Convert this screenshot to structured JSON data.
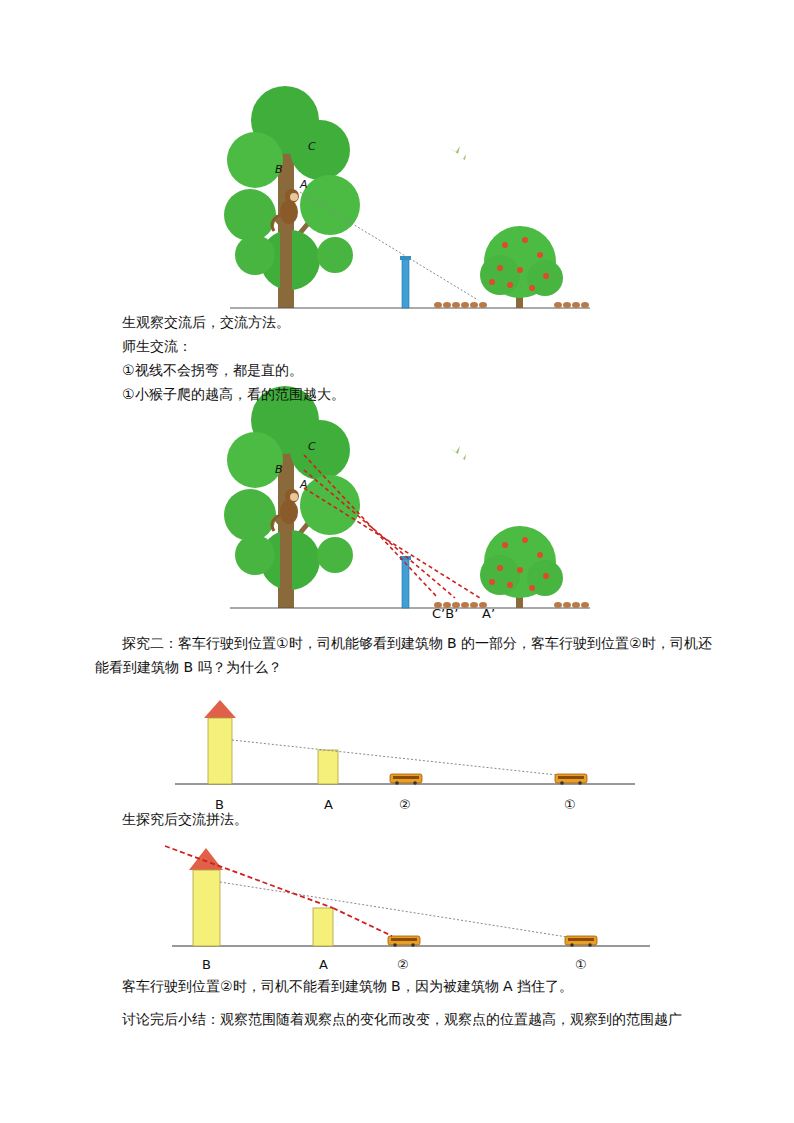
{
  "diagram": {
    "labels": [
      "C",
      "B",
      "A",
      "生观察交流后，交流方法。",
      "师生交流：",
      "①视线不会拐弯，都是直的。",
      "①小猴子爬的越高，看的范围越大。",
      "C",
      "B",
      "A",
      "C’B’",
      "A’",
      "探究二：客车行驶到位置①时，司机能够看到建筑物 B 的一部分，客车行驶到位置②时，司机还能看到建筑物 B 吗？为什么？",
      "B",
      "A",
      "②",
      "①",
      "生探究后交流拼法。",
      "B",
      "A",
      "②",
      "①",
      "客车行驶到位置②时，司机不能看到建筑物 B，因为被建筑物 A 挡住了。",
      "讨论完后小结：观察范围随着观察点的变化而改变，观察点的位置越高，观察到的范围越广"
    ]
  }
}
